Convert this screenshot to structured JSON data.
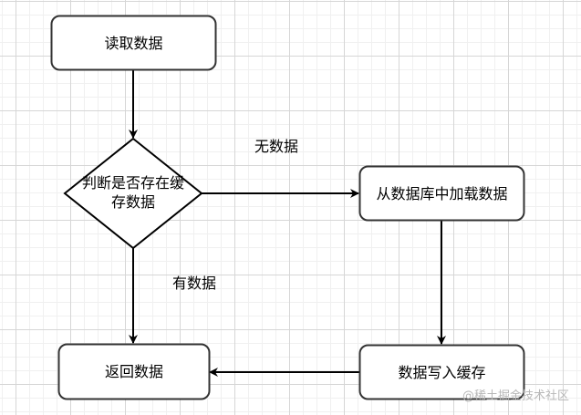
{
  "diagram": {
    "type": "flowchart",
    "nodes": {
      "read": {
        "label": "读取数据",
        "shape": "rounded-rect"
      },
      "decision": {
        "label_lines": [
          "判断是否存在缓",
          "存数据"
        ],
        "shape": "diamond"
      },
      "load_db": {
        "label": "从数据库中加载数据",
        "shape": "rounded-rect"
      },
      "write_cache": {
        "label": "数据写入缓存",
        "shape": "rounded-rect"
      },
      "return": {
        "label": "返回数据",
        "shape": "rounded-rect"
      }
    },
    "edges": {
      "read_to_decision": {
        "from": "read",
        "to": "decision",
        "label": ""
      },
      "decision_to_load": {
        "from": "decision",
        "to": "load_db",
        "label": "无数据"
      },
      "decision_to_return": {
        "from": "decision",
        "to": "return",
        "label": "有数据"
      },
      "load_to_write": {
        "from": "load_db",
        "to": "write_cache",
        "label": ""
      },
      "write_to_return": {
        "from": "write_cache",
        "to": "return",
        "label": ""
      }
    },
    "colors": {
      "stroke": "#000000",
      "box_border": "#333333",
      "node_fill": "#ffffff",
      "text": "#000000"
    }
  },
  "watermark": "@稀土掘金技术社区"
}
